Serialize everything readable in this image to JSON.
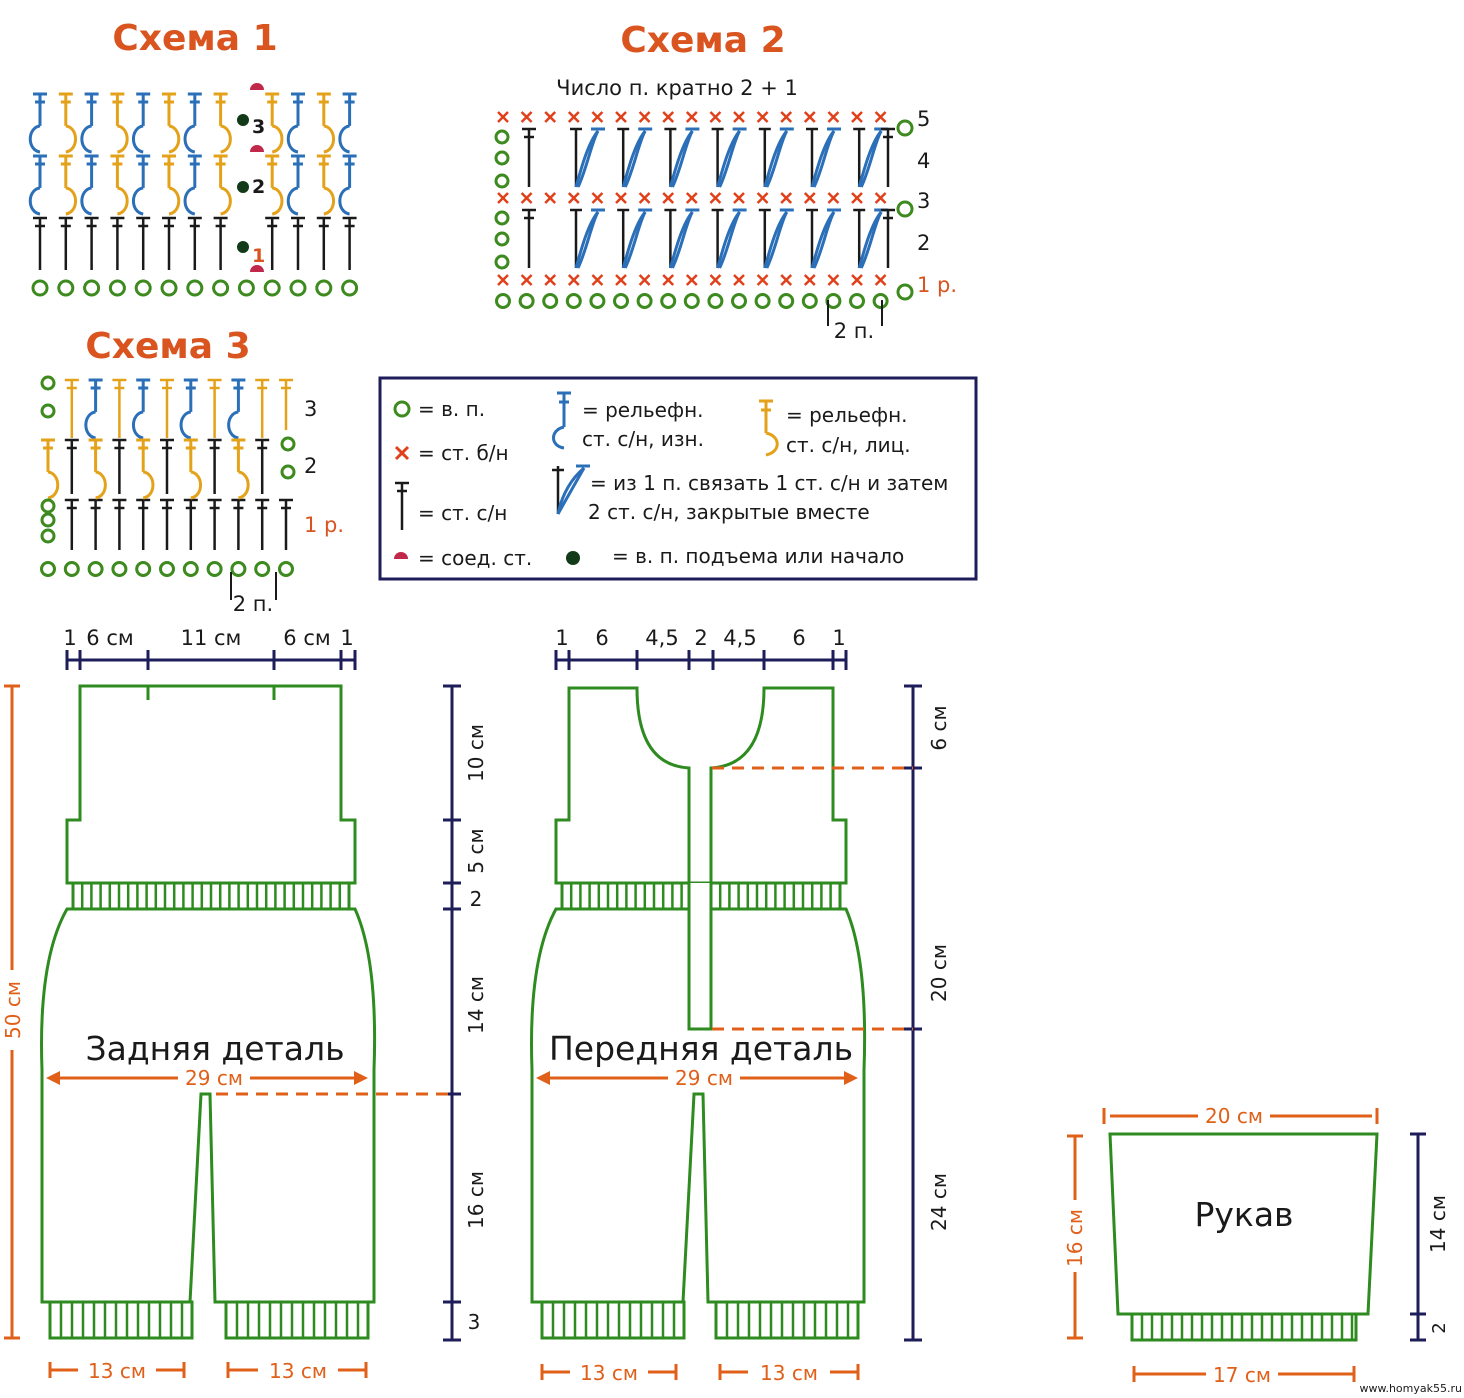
{
  "colors": {
    "title": "#d9541e",
    "dim_orange": "#e0601a",
    "outline": "#2e8b1f",
    "dim_navy": "#1d1d5a",
    "stitch_blue": "#2a6fb8",
    "stitch_yellow": "#e3a21a",
    "chain": "#3d8a1e",
    "cross": "#e0401a",
    "dot": "#123a18",
    "slip": "#c0294a",
    "text": "#1a1a1a"
  },
  "schema1": {
    "title": "Схема 1",
    "row_labels": [
      "3",
      "2",
      "1"
    ]
  },
  "schema2": {
    "title": "Схема 2",
    "subtitle": "Число п. кратно 2 + 1",
    "row_labels": [
      "5",
      "4",
      "3",
      "2",
      "1 р."
    ],
    "repeat_label": "2 п."
  },
  "schema3": {
    "title": "Схема 3",
    "row_labels": [
      "3",
      "2",
      "1 р."
    ],
    "repeat_label": "2 п."
  },
  "legend": {
    "chain": "= в. п.",
    "sc": "= ст. б/н",
    "dc": "= ст. с/н",
    "slip": "= соед. ст.",
    "back_post_1": "= рельефн.",
    "back_post_2": "ст. с/н, изн.",
    "front_post_1": "= рельефн.",
    "front_post_2": "ст. с/н, лиц.",
    "cluster_1": "= из 1 п. связать 1 ст. с/н и затем",
    "cluster_2": "2 ст. с/н, закрытые вместе",
    "turning": "= в. п. подъема или начало"
  },
  "back": {
    "label": "Задняя деталь",
    "top_dims": [
      "1",
      "6 см",
      "11 см",
      "6 см",
      "1"
    ],
    "height_total": "50 см",
    "right_dims": [
      "10 см",
      "5 см",
      "2",
      "14 см",
      "16 см",
      "3"
    ],
    "width": "29 см",
    "bottom_dims": [
      "13 см",
      "13 см"
    ]
  },
  "front": {
    "label": "Передняя деталь",
    "top_dims": [
      "1",
      "6",
      "4,5",
      "2",
      "4,5",
      "6",
      "1"
    ],
    "right_dims": [
      "6 см",
      "20 см",
      "24 см"
    ],
    "width": "29 см",
    "bottom_dims": [
      "13 см",
      "13 см"
    ]
  },
  "sleeve": {
    "label": "Рукав",
    "top_width": "20 см",
    "left_height": "16 см",
    "right_dims": [
      "14 см",
      "2"
    ],
    "bottom_width": "17 см"
  },
  "watermark": "www.homyak55.ru"
}
